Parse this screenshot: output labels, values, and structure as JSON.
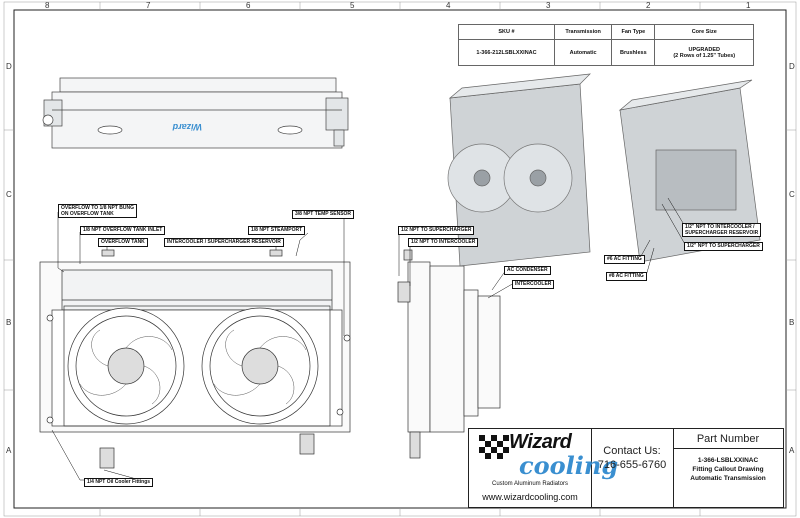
{
  "zones": {
    "top": [
      "8",
      "7",
      "6",
      "5",
      "4",
      "3",
      "2",
      "1"
    ],
    "side": [
      "D",
      "C",
      "B",
      "A"
    ]
  },
  "specs": {
    "headers": [
      "SKU #",
      "Transmission",
      "Fan Type",
      "Core Size"
    ],
    "row": [
      "1-366-212LSBLXXINAC",
      "Automatic",
      "Brushless",
      "UPGRADED"
    ],
    "core_note": "(2 Rows of 1.25\" Tubes)"
  },
  "callouts": {
    "overflow_bung_1": "OVERFLOW TO 1/8 NPT BUNG",
    "overflow_bung_2": "ON OVERFLOW TANK",
    "overflow_inlet": "1/8 NPT OVERFLOW TANK INLET",
    "overflow_tank": "OVERFLOW TANK",
    "intercooler_reservoir": "INTERCOOLER / SUPERCHARGER RESERVOIR",
    "steamport": "1/8 NPT STEAMPORT",
    "temp_sensor": "3/8 NPT TEMP SENSOR",
    "oil_cooler": "1/4 NPT Oil Cooler Fittings",
    "half_to_supercharger": "1/2 NPT TO SUPERCHARGER",
    "half_to_intercooler": "1/2 NPT TO INTERCOOLER",
    "ac_condenser": "AC CONDENSER",
    "intercooler": "INTERCOOLER",
    "iso_intercooler_1": "1/2\" NPT TO INTERCOOLER /",
    "iso_intercooler_2": "SUPERCHARGER RESERVOIR",
    "iso_supercharger": "1/2\" NPT TO SUPERCHARGER",
    "ac_fitting_6": "#6 AC FITTING",
    "ac_fitting_8": "#8 AC FITTING"
  },
  "titleblock": {
    "brand_name": "Wizard",
    "brand_sub": "cooling",
    "tagline": "Custom Aluminum Radiators",
    "website": "www.wizardcooling.com",
    "contact_label": "Contact Us:",
    "phone": "716-655-6760",
    "part_header": "Part Number",
    "part_number": "1-366-LSBLXXINAC",
    "part_desc_1": "Fitting Callout Drawing",
    "part_desc_2": "Automatic Transmission"
  },
  "colors": {
    "border": "#222222",
    "metal": "#cfd3d6",
    "metal_dark": "#9aa0a5",
    "brand_blue": "#3a8fd0"
  }
}
